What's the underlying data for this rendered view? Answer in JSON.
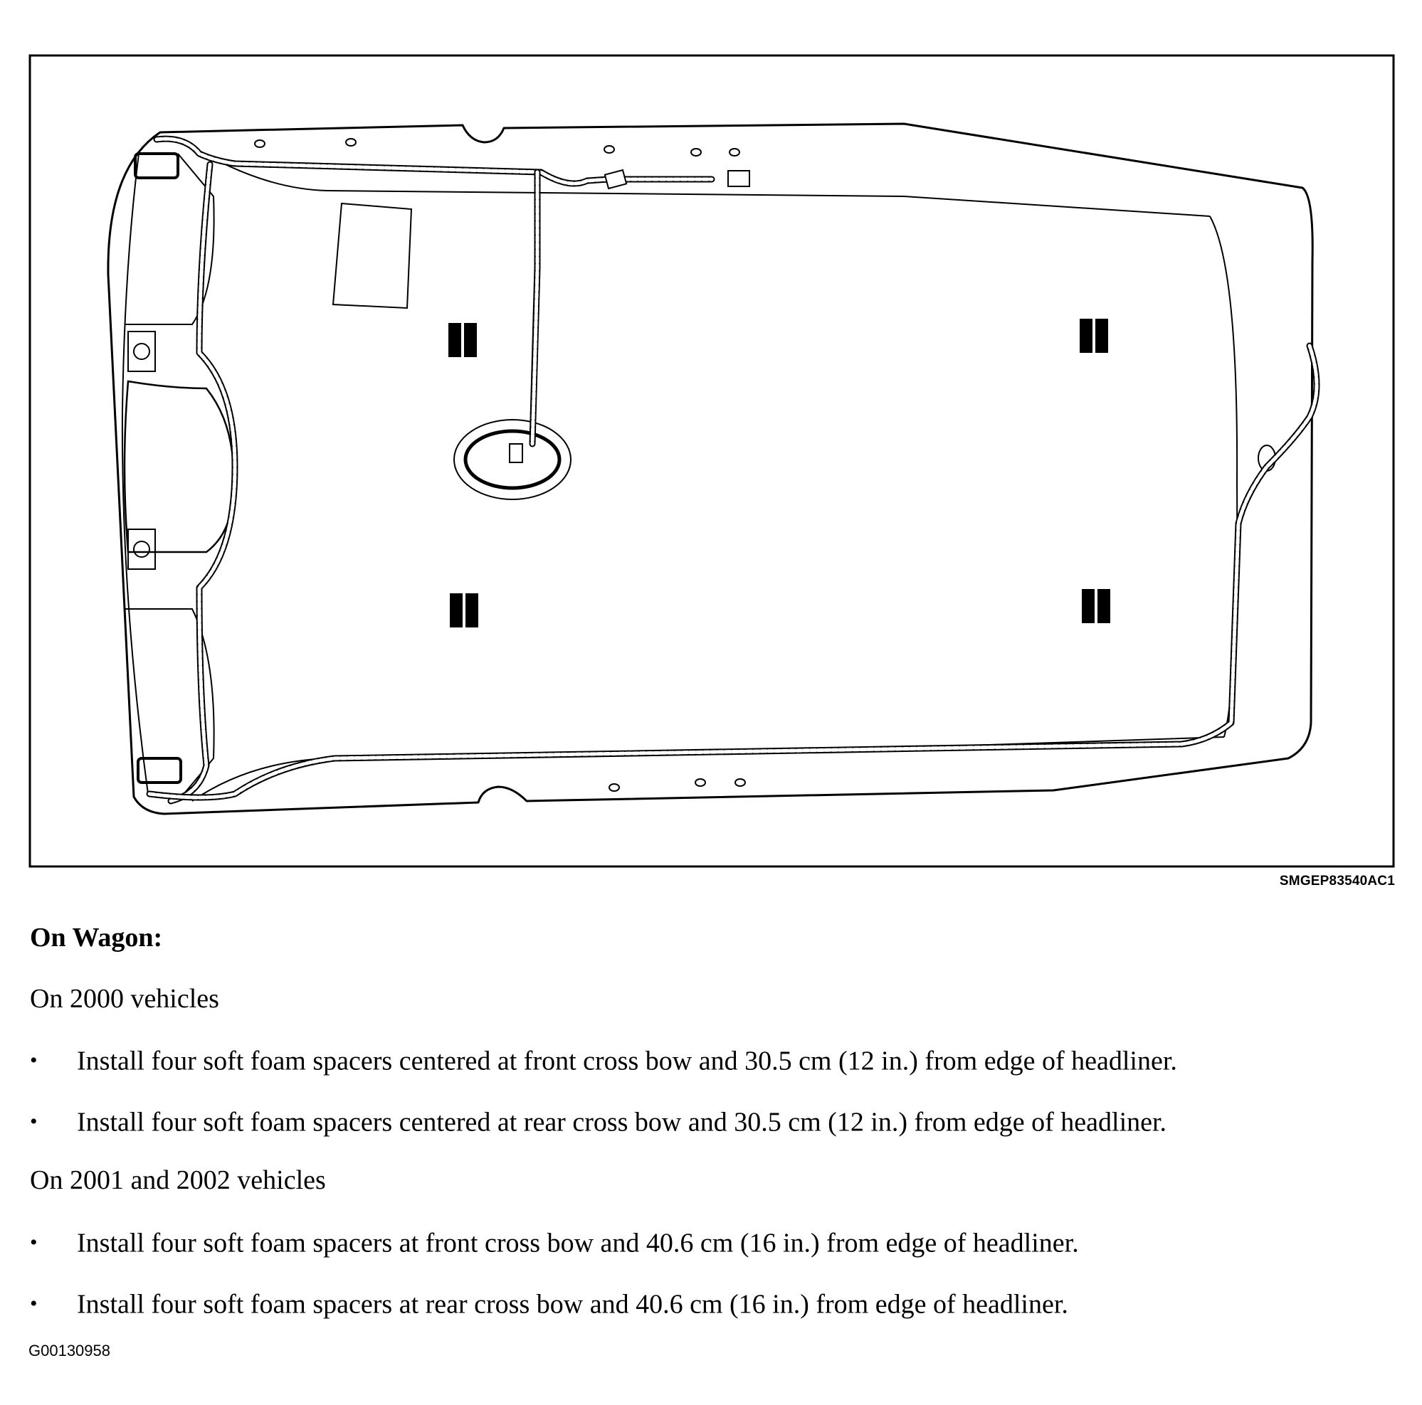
{
  "figure": {
    "code": "SMGEP83540AC1"
  },
  "section": {
    "heading": "On Wagon:"
  },
  "groups": [
    {
      "heading": "On 2000 vehicles",
      "items": [
        "Install four soft foam spacers centered at front cross bow and 30.5 cm (12 in.) from edge of headliner.",
        "Install four soft foam spacers centered at rear cross bow and 30.5 cm (12 in.) from edge of headliner."
      ]
    },
    {
      "heading": "On 2001 and 2002 vehicles",
      "items": [
        "Install four soft foam spacers at front cross bow and 40.6 cm (16 in.) from edge of headliner.",
        "Install four soft foam spacers at rear cross bow and 40.6 cm (16 in.) from edge of headliner."
      ]
    }
  ],
  "bullet_glyph": "•",
  "document_id": "G00130958"
}
